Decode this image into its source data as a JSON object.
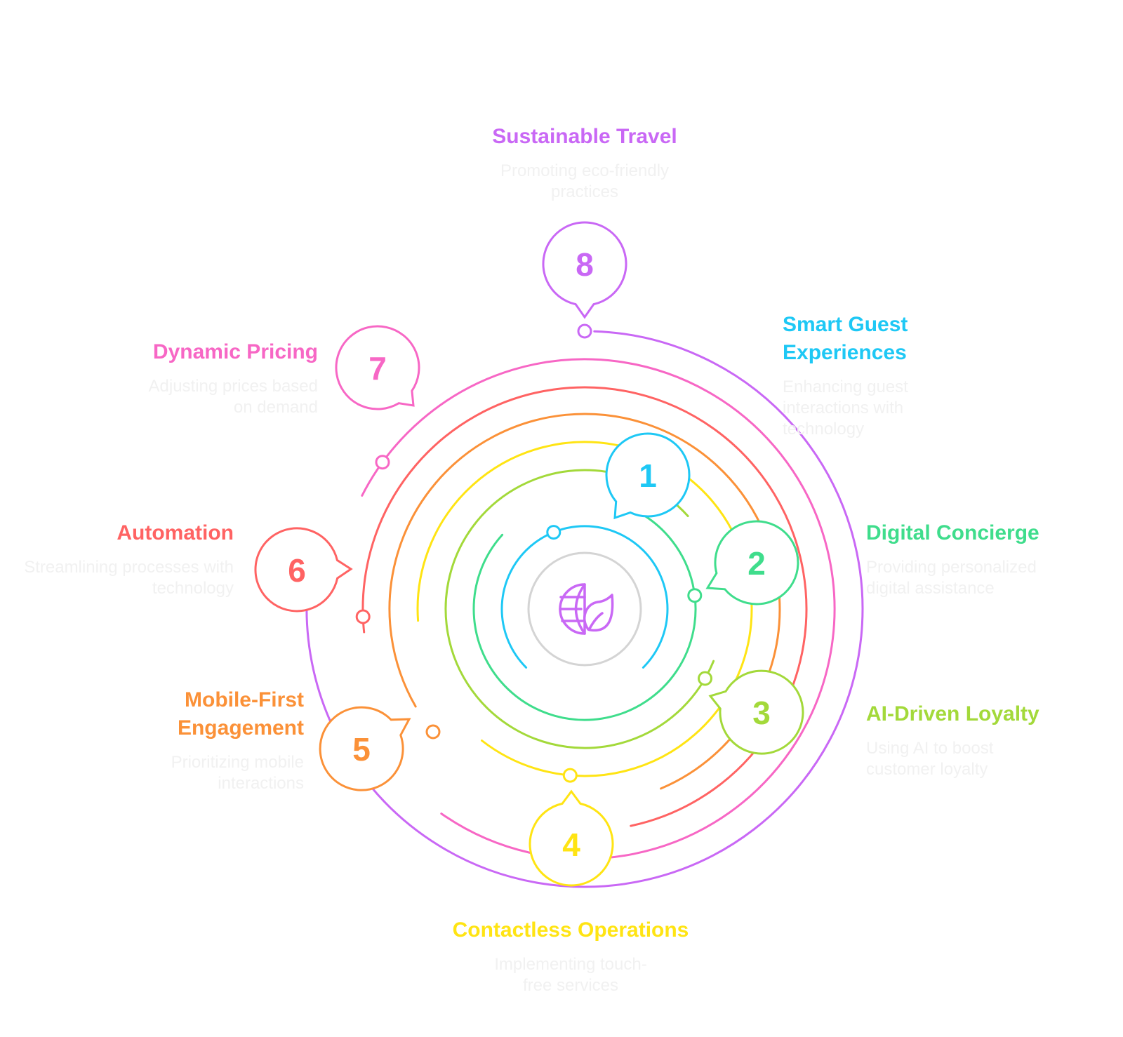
{
  "diagram": {
    "center_icon": "globe-leaf-icon",
    "center_icon_color": "#c968f5",
    "center_ring_color": "#d4d4d4",
    "steps": [
      {
        "number": "1",
        "title": "Smart Guest Experiences",
        "description": "Enhancing guest interactions with technology",
        "color": "#1ec8f5"
      },
      {
        "number": "2",
        "title": "Digital Concierge",
        "description": "Providing personalized digital assistance",
        "color": "#3fdd8c"
      },
      {
        "number": "3",
        "title": "AI-Driven Loyalty",
        "description": "Using AI to boost customer loyalty",
        "color": "#a3d93a"
      },
      {
        "number": "4",
        "title": "Contactless Operations",
        "description": "Implementing touch-free services",
        "color": "#ffe413"
      },
      {
        "number": "5",
        "title": "Mobile-First Engagement",
        "description": "Prioritizing mobile interactions",
        "color": "#fb9138"
      },
      {
        "number": "6",
        "title": "Automation",
        "description": "Streamlining processes with technology",
        "color": "#ff6363"
      },
      {
        "number": "7",
        "title": "Dynamic Pricing",
        "description": "Adjusting prices based on demand",
        "color": "#f767c5"
      },
      {
        "number": "8",
        "title": "Sustainable Travel",
        "description": "Promoting eco-friendly practices",
        "color": "#c968f5"
      }
    ]
  }
}
